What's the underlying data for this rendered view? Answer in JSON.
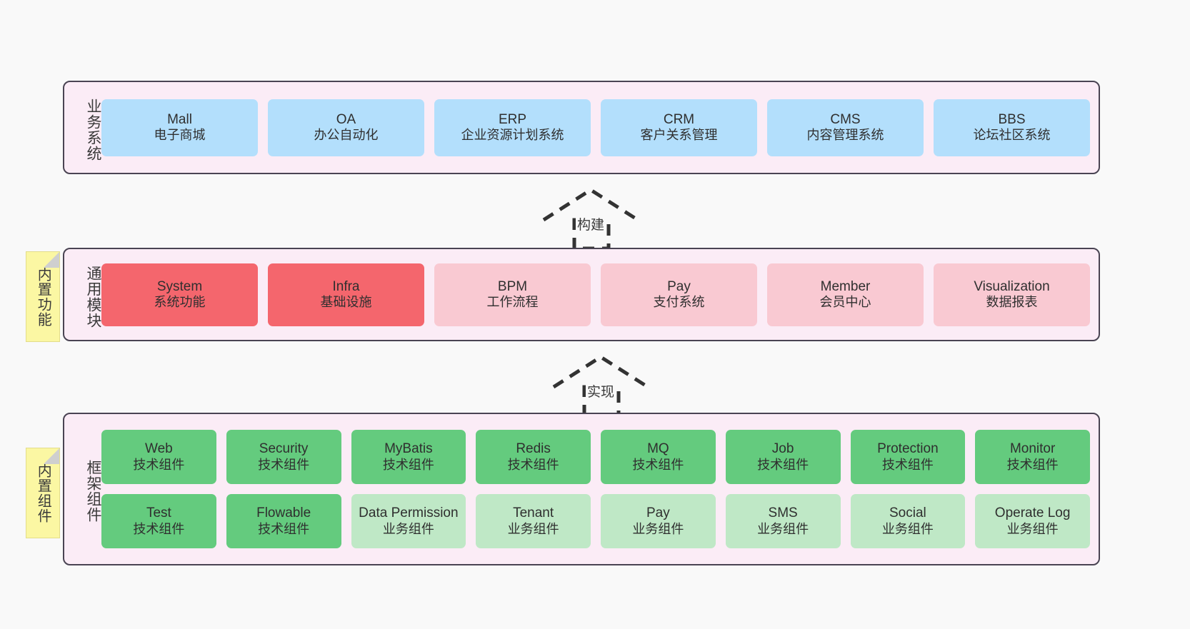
{
  "canvas": {
    "background": "#f9f9f9"
  },
  "palette": {
    "panel_bg": "#fbecf6",
    "panel_border": "#4a4453",
    "business_card": "#b3dffc",
    "module_card": "#f9c9d2",
    "module_card_highlight": "#f4666d",
    "tech_component": "#64cb7e",
    "business_component": "#bfe8c6",
    "note": "#fbf7a3"
  },
  "layers": {
    "business": {
      "title": "业务系统",
      "cards": [
        {
          "name": "Mall",
          "desc": "电子商城"
        },
        {
          "name": "OA",
          "desc": "办公自动化"
        },
        {
          "name": "ERP",
          "desc": "企业资源计划系统"
        },
        {
          "name": "CRM",
          "desc": "客户关系管理"
        },
        {
          "name": "CMS",
          "desc": "内容管理系统"
        },
        {
          "name": "BBS",
          "desc": "论坛社区系统"
        }
      ]
    },
    "modules": {
      "title": "通用模块",
      "note": "内置功能",
      "cards": [
        {
          "name": "System",
          "desc": "系统功能",
          "highlight": true
        },
        {
          "name": "Infra",
          "desc": "基础设施",
          "highlight": true
        },
        {
          "name": "BPM",
          "desc": "工作流程",
          "highlight": false
        },
        {
          "name": "Pay",
          "desc": "支付系统",
          "highlight": false
        },
        {
          "name": "Member",
          "desc": "会员中心",
          "highlight": false
        },
        {
          "name": "Visualization",
          "desc": "数据报表",
          "highlight": false
        }
      ]
    },
    "framework": {
      "title": "框架组件",
      "note": "内置组件",
      "row1": [
        {
          "name": "Web",
          "desc": "技术组件"
        },
        {
          "name": "Security",
          "desc": "技术组件"
        },
        {
          "name": "MyBatis",
          "desc": "技术组件"
        },
        {
          "name": "Redis",
          "desc": "技术组件"
        },
        {
          "name": "MQ",
          "desc": "技术组件"
        },
        {
          "name": "Job",
          "desc": "技术组件"
        },
        {
          "name": "Protection",
          "desc": "技术组件"
        },
        {
          "name": "Monitor",
          "desc": "技术组件"
        }
      ],
      "row2": [
        {
          "name": "Test",
          "desc": "技术组件",
          "kind": "tech"
        },
        {
          "name": "Flowable",
          "desc": "技术组件",
          "kind": "tech"
        },
        {
          "name": "Data Permission",
          "desc": "业务组件",
          "kind": "business"
        },
        {
          "name": "Tenant",
          "desc": "业务组件",
          "kind": "business"
        },
        {
          "name": "Pay",
          "desc": "业务组件",
          "kind": "business"
        },
        {
          "name": "SMS",
          "desc": "业务组件",
          "kind": "business"
        },
        {
          "name": "Social",
          "desc": "业务组件",
          "kind": "business"
        },
        {
          "name": "Operate Log",
          "desc": "业务组件",
          "kind": "business"
        }
      ]
    }
  },
  "connectors": [
    {
      "label": "构建"
    },
    {
      "label": "实现"
    }
  ]
}
